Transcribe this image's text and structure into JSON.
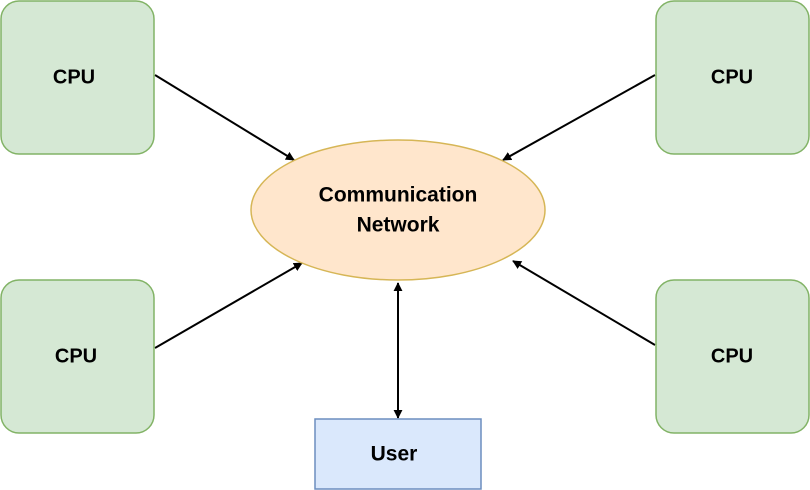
{
  "nodes": {
    "cpu_top_left": {
      "label": "CPU"
    },
    "cpu_top_right": {
      "label": "CPU"
    },
    "cpu_bottom_left": {
      "label": "CPU"
    },
    "cpu_bottom_right": {
      "label": "CPU"
    },
    "network": {
      "line1": "Communication",
      "line2": "Network"
    },
    "user": {
      "label": "User"
    }
  },
  "edges": [
    {
      "from": "CPU (top-left)",
      "to": "Communication Network",
      "direction": "one-way"
    },
    {
      "from": "CPU (top-right)",
      "to": "Communication Network",
      "direction": "one-way"
    },
    {
      "from": "CPU (bottom-left)",
      "to": "Communication Network",
      "direction": "one-way"
    },
    {
      "from": "CPU (bottom-right)",
      "to": "Communication Network",
      "direction": "one-way"
    },
    {
      "from": "Communication Network",
      "to": "User",
      "direction": "two-way"
    }
  ],
  "colors": {
    "cpu_fill": "#d5e8d4",
    "cpu_stroke": "#82b366",
    "network_fill": "#ffe6cc",
    "network_stroke": "#d6b656",
    "user_fill": "#dae8fc",
    "user_stroke": "#6c8ebf",
    "edge": "#000000"
  }
}
